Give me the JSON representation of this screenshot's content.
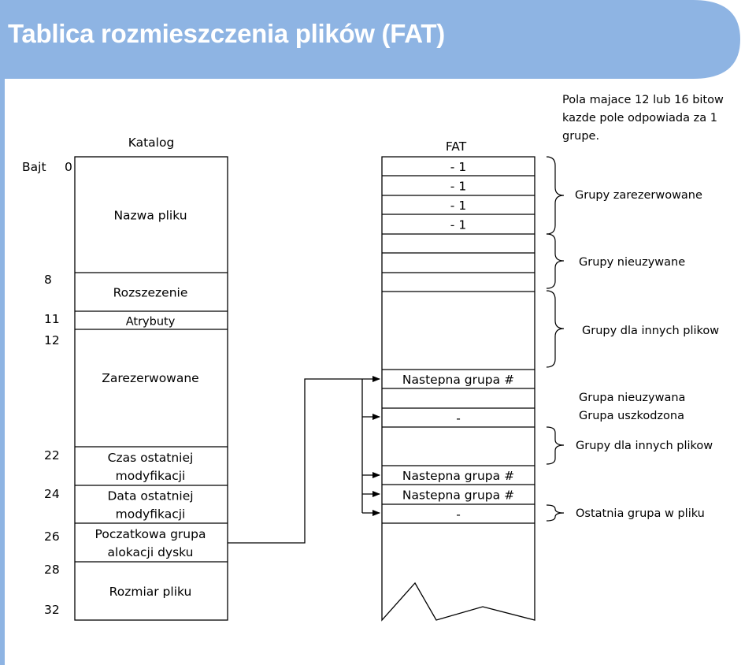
{
  "title": "Tablica rozmieszczenia plików (FAT)",
  "colors": {
    "header": "#8eb4e3",
    "title_text": "#ffffff",
    "left_stripe": "#8eb4e3",
    "lines": "#000000"
  },
  "katalog": {
    "heading": "Katalog",
    "byte_heading": "Bajt",
    "byte_offsets": [
      "0",
      "8",
      "11",
      "12",
      "22",
      "24",
      "26",
      "28",
      "32"
    ],
    "fields": [
      {
        "lines": [
          "Nazwa pliku"
        ]
      },
      {
        "lines": [
          "Rozszezenie"
        ]
      },
      {
        "lines": [
          "Atrybuty"
        ]
      },
      {
        "lines": [
          "Zarezerwowane"
        ]
      },
      {
        "lines": [
          "Czas ostatniej",
          "modyfikacji"
        ]
      },
      {
        "lines": [
          "Data ostatniej",
          "modyfikacji"
        ]
      },
      {
        "lines": [
          "Poczatkowa grupa",
          "alokacji dysku"
        ]
      },
      {
        "lines": [
          "Rozmiar pliku"
        ]
      }
    ]
  },
  "fat": {
    "heading": "FAT",
    "note": [
      "Pola majace 12 lub 16 bitow",
      "kazde pole odpowiada za 1",
      "grupe."
    ],
    "entries": [
      "- 1",
      "- 1",
      "- 1",
      "- 1",
      "",
      "",
      "",
      "",
      "Nastepna grupa #",
      "",
      "-",
      "",
      "Nastepna grupa #",
      "Nastepna grupa #",
      "-",
      ""
    ]
  },
  "annotations": {
    "reserved": "Grupy zarezerwowane",
    "unused": "Grupy nieuzywane",
    "other_files_1": "Grupy dla innych plikow",
    "unused_single": "Grupa nieuzywana",
    "damaged": "Grupa uszkodzona",
    "other_files_2": "Grupy dla innych plikow",
    "last": "Ostatnia grupa w pliku"
  }
}
